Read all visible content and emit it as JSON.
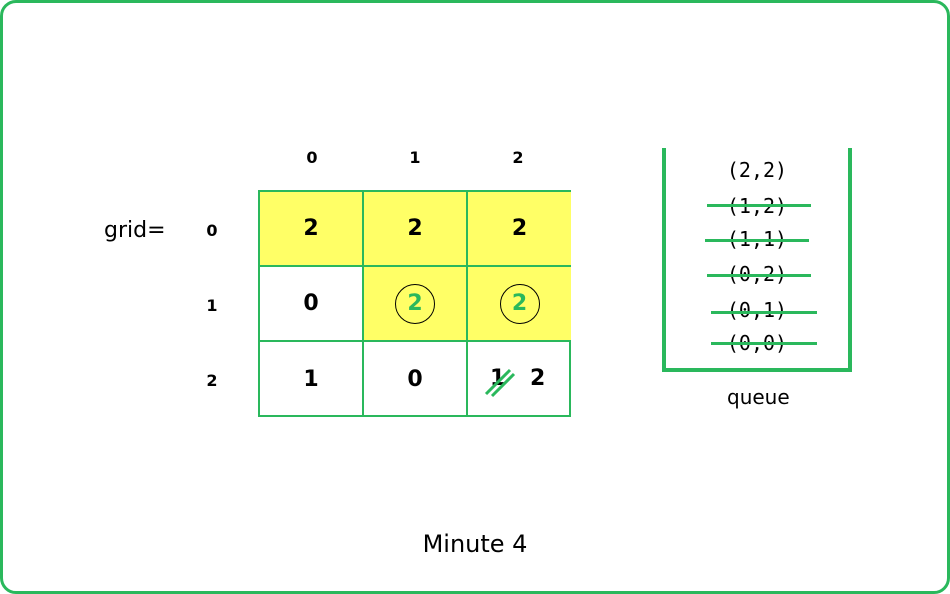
{
  "grid_label": "grid=",
  "col_indices": [
    "0",
    "1",
    "2"
  ],
  "row_indices": [
    "0",
    "1",
    "2"
  ],
  "cells": [
    [
      {
        "value": "2",
        "rotten": true
      },
      {
        "value": "2",
        "rotten": true
      },
      {
        "value": "2",
        "rotten": true
      }
    ],
    [
      {
        "value": "0",
        "rotten": false
      },
      {
        "value": "2",
        "rotten": true,
        "circled": true
      },
      {
        "value": "2",
        "rotten": true,
        "circled": true
      }
    ],
    [
      {
        "value": "1",
        "rotten": false
      },
      {
        "value": "0",
        "rotten": false
      },
      {
        "value": "2",
        "crossed_out_previous": "1"
      }
    ]
  ],
  "queue": {
    "label": "queue",
    "items": [
      {
        "text": "(2,2)",
        "crossed": false
      },
      {
        "text": "(1,2)",
        "crossed": true
      },
      {
        "text": "(1,1)",
        "crossed": true
      },
      {
        "text": "(0,2)",
        "crossed": true
      },
      {
        "text": "(0,1)",
        "crossed": true
      },
      {
        "text": "(0,0)",
        "crossed": true
      }
    ]
  },
  "caption": "Minute 4",
  "colors": {
    "border": "#2ab85c",
    "rotten_fill": "#ffff66",
    "highlight_text": "#2ab85c"
  }
}
